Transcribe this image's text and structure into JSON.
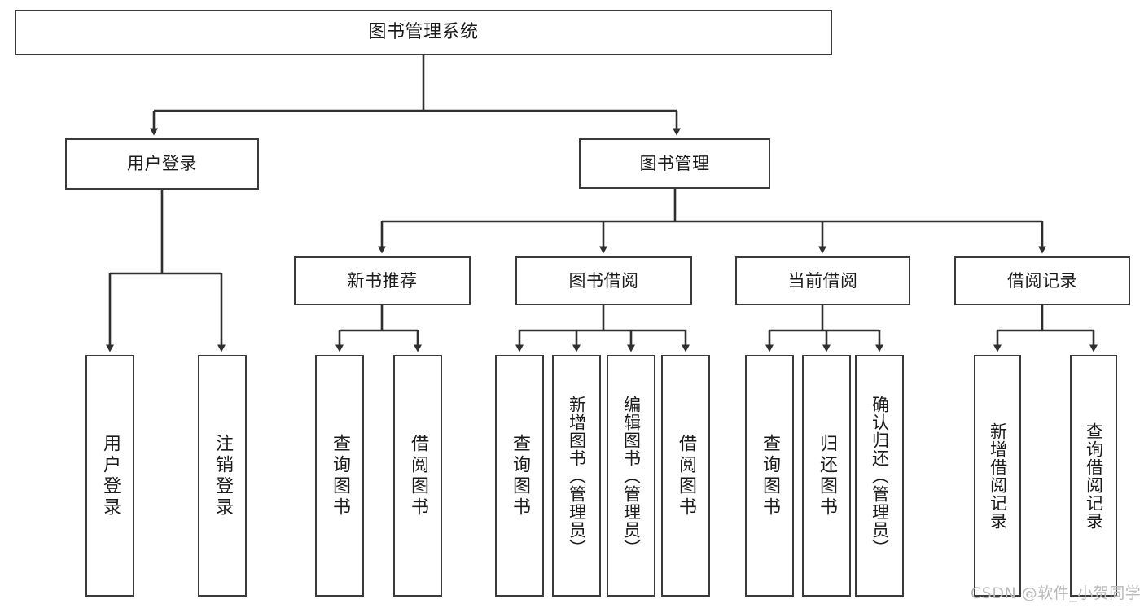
{
  "diagram": {
    "title": "图书管理系统",
    "type": "tree",
    "watermark": "CSDN @软件_小贺同学",
    "colors": {
      "box_border": "#3a3a3a",
      "box_fill": "#ffffff",
      "connector": "#2f2f2f",
      "text": "#1b1b1b",
      "watermark": "#b9b9b9"
    }
  },
  "nodes": {
    "root": {
      "label": "图书管理系统"
    },
    "level1": [
      {
        "id": "user-login",
        "label": "用户登录"
      },
      {
        "id": "book-manage",
        "label": "图书管理"
      }
    ],
    "level2": [
      {
        "id": "new-book-recommend",
        "label": "新书推荐"
      },
      {
        "id": "book-borrow",
        "label": "图书借阅"
      },
      {
        "id": "current-borrow",
        "label": "当前借阅"
      },
      {
        "id": "borrow-record",
        "label": "借阅记录"
      }
    ],
    "leaves": {
      "user_login": [
        {
          "id": "leaf-user-login",
          "label": "用户登录"
        },
        {
          "id": "leaf-logout-login",
          "label": "注销登录"
        }
      ],
      "new_book_recommend": [
        {
          "id": "leaf-query-book-1",
          "label": "查询图书"
        },
        {
          "id": "leaf-borrow-book-1",
          "label": "借阅图书"
        }
      ],
      "book_borrow": [
        {
          "id": "leaf-query-book-2",
          "label": "查询图书"
        },
        {
          "id": "leaf-add-book",
          "label": "新增图书（管理员）"
        },
        {
          "id": "leaf-edit-book",
          "label": "编辑图书（管理员）"
        },
        {
          "id": "leaf-borrow-book-2",
          "label": "借阅图书"
        }
      ],
      "current_borrow": [
        {
          "id": "leaf-query-book-3",
          "label": "查询图书"
        },
        {
          "id": "leaf-return-book",
          "label": "归还图书"
        },
        {
          "id": "leaf-confirm-return",
          "label": "确认归还（管理员）"
        }
      ],
      "borrow_record": [
        {
          "id": "leaf-add-record",
          "label": "新增借阅记录"
        },
        {
          "id": "leaf-query-record",
          "label": "查询借阅记录"
        }
      ]
    }
  }
}
